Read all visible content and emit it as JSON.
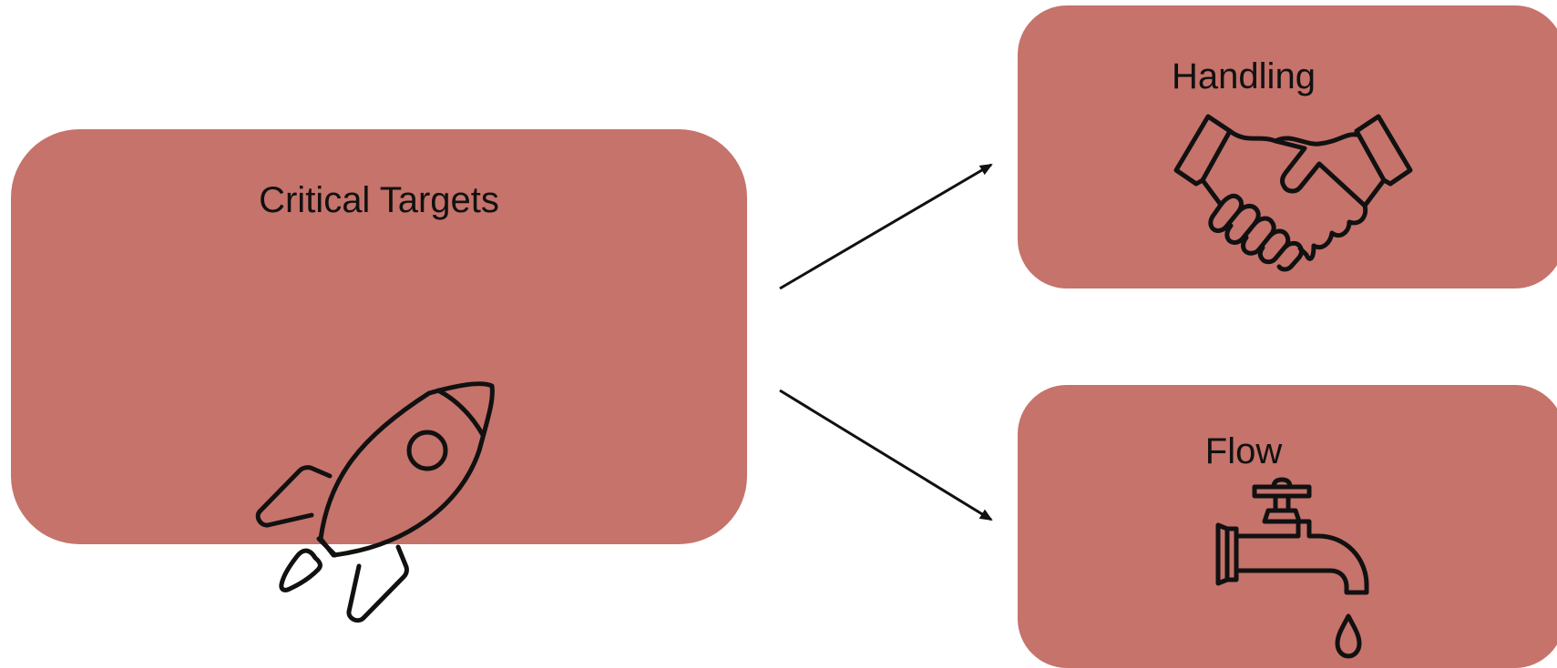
{
  "diagram": {
    "source": {
      "title": "Critical Targets",
      "icon": "rocket-icon"
    },
    "targets": [
      {
        "title": "Handling",
        "icon": "handshake-icon"
      },
      {
        "title": "Flow",
        "icon": "faucet-icon"
      }
    ],
    "colors": {
      "box_fill": "#c5736b",
      "stroke": "#111111",
      "background": "#ffffff"
    }
  }
}
